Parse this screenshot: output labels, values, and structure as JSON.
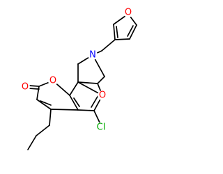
{
  "molecule": {
    "colors": {
      "bond": "#000000",
      "oxygen": "#ff0000",
      "nitrogen": "#0000ff",
      "chlorine": "#00aa00",
      "background": "#ffffff"
    },
    "atoms": {
      "furan_oxygen": "O",
      "ring_nitrogen": "N",
      "oxazine_oxygen": "O",
      "lactone_ring_oxygen": "O",
      "carbonyl_oxygen": "O",
      "chlorine": "Cl"
    }
  }
}
